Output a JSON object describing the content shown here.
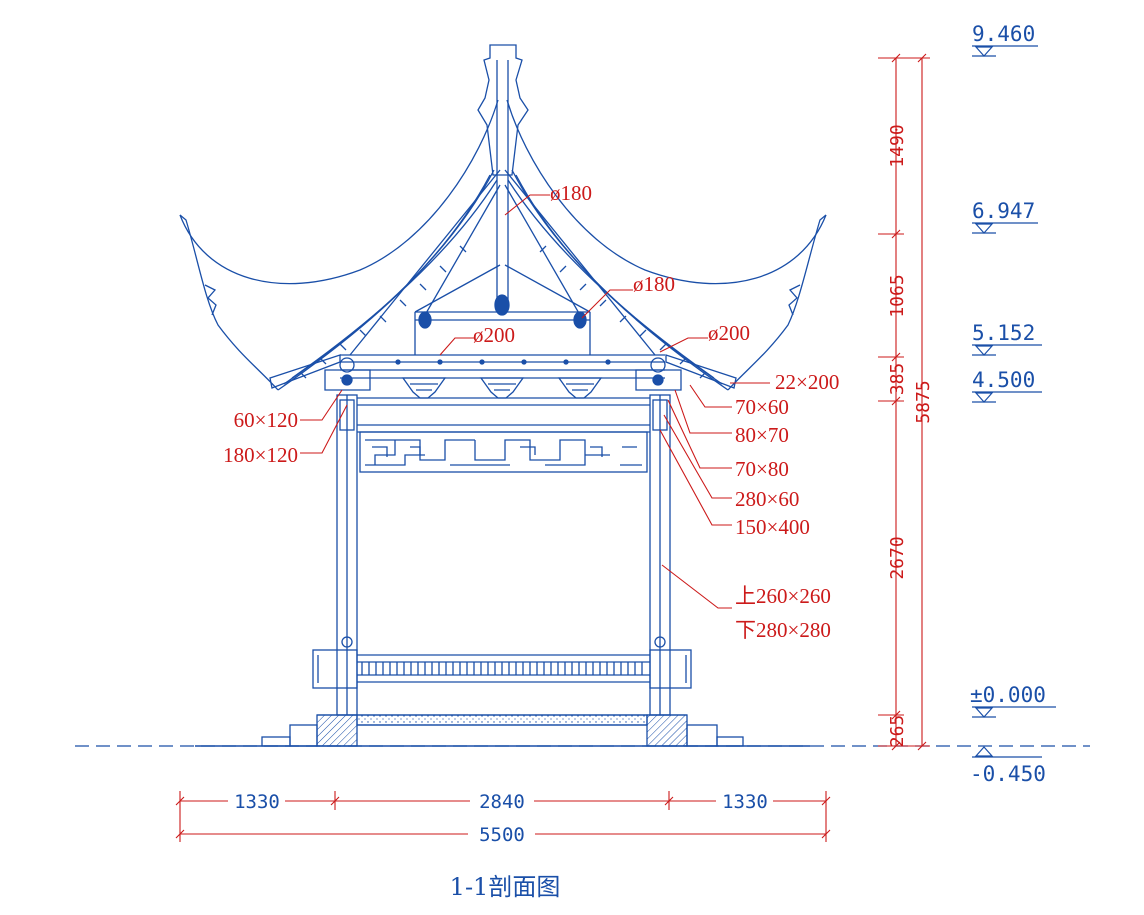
{
  "title": "1-1剖面图",
  "elevations": [
    "9.460",
    "6.947",
    "5.152",
    "4.500",
    "±0.000",
    "-0.450"
  ],
  "vertical_dims": [
    "1490",
    "1065",
    "385",
    "2670",
    "265"
  ],
  "overall_vertical_dim": "5875",
  "horizontal_dims": [
    "1330",
    "2840",
    "1330"
  ],
  "overall_horizontal_dim": "5500",
  "callouts": {
    "ridge_post": "ø180",
    "purlin_upper": "ø180",
    "purlin_lower_left": "ø200",
    "purlin_lower_right": "ø200",
    "eave_board": "22×200",
    "rafter_a": "70×60",
    "rafter_b": "80×70",
    "rafter_c": "70×80",
    "beam_a": "280×60",
    "beam_b": "150×400",
    "column_top": "上260×260",
    "column_bottom": "下280×280",
    "left_a": "60×120",
    "left_b": "180×120"
  },
  "colors": {
    "drawing": "#1a4fa8",
    "annotation": "#cc1a1a"
  }
}
